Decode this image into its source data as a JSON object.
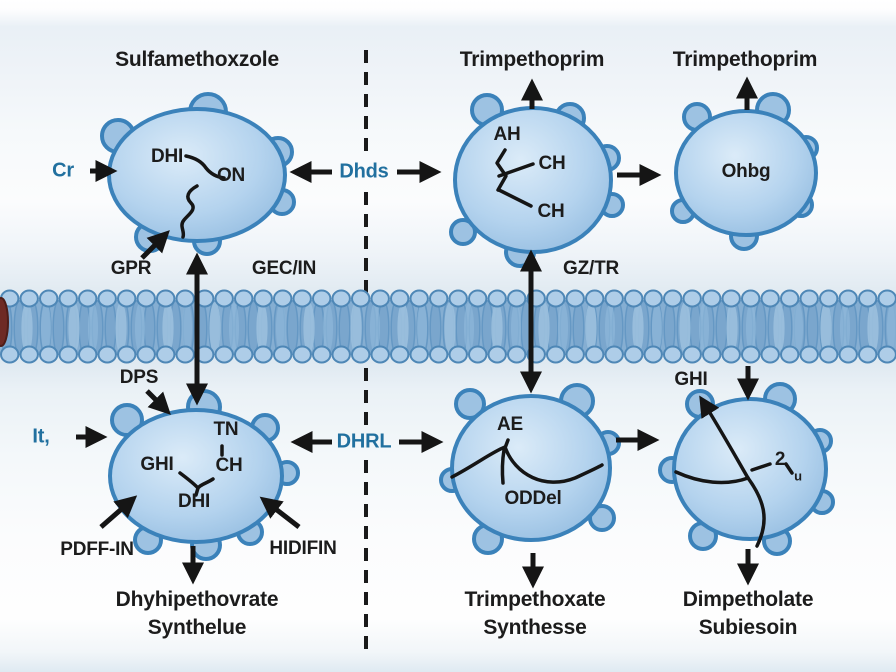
{
  "diagram": {
    "kind": "antibiotic mechanism-of-action diagram",
    "accent_teal": "#21709f",
    "text_black": "#1c1c1c",
    "enzyme_fill": "#a9cbe8",
    "enzyme_stroke": "#3b82ba",
    "membrane_blue": "#7fa9cf"
  },
  "titles": {
    "top_left": "Sulfamethoxzole",
    "top_middle": "Trimpethoprim",
    "top_right": "Trimpethoprim"
  },
  "labels": {
    "cr": "Cr",
    "dhds": "Dhds",
    "it": "It,",
    "dhrl": "DHRL",
    "gpr": "GPR",
    "gec_in": "GEC/IN",
    "gz_tr": "GZ/TR",
    "dps": "DPS",
    "ghi": "GHI",
    "pdff_in": "PDFF-IN",
    "hidifin": "HIDIFIN"
  },
  "enzymes": {
    "top_left": {
      "site_a": "DHI",
      "site_b": "ON"
    },
    "top_middle": {
      "site_a": "AH",
      "site_b": "CH",
      "site_c": "CH"
    },
    "top_right": {
      "name": "Ohbg"
    },
    "bottom_left": {
      "site_a": "TN",
      "site_b": "GHI",
      "site_c": "CH",
      "site_d": "DHI"
    },
    "bottom_middle": {
      "site_a": "AE",
      "site_b": "ODDel"
    },
    "bottom_right": {
      "site_a": "2",
      "site_b": "u"
    }
  },
  "products": {
    "bottom_left": {
      "line1": "Dhyhipethovrate",
      "line2": "Synthelue"
    },
    "bottom_middle": {
      "line1": "Trimpethoxate",
      "line2": "Synthesse"
    },
    "bottom_right": {
      "line1": "Dimpetholate",
      "line2": "Subiesoin"
    }
  }
}
